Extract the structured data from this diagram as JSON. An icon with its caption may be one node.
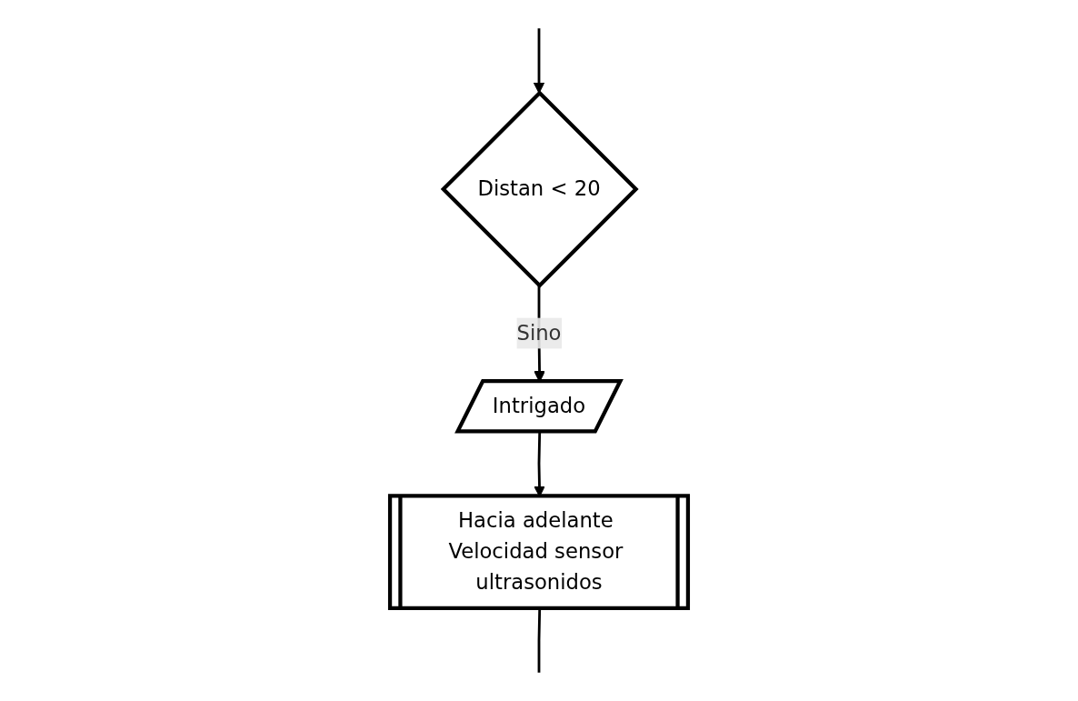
{
  "diagram": {
    "nodes": [
      {
        "text": [
          "Distan < 20"
        ]
      },
      {
        "text": [
          "Intrigado"
        ]
      },
      {
        "text": [
          "Hacia adelante Velocidad sensor ultrasonidos"
        ]
      }
    ],
    "edges": [
      {
        "from": null,
        "to": 0,
        "arrow": "to"
      },
      {
        "from": 0,
        "to": 1,
        "label": "Sino",
        "arrow": "to"
      },
      {
        "from": 1,
        "to": 2,
        "arrow": "to"
      },
      {
        "from": 2,
        "to": null,
        "arrow": "none"
      }
    ]
  }
}
